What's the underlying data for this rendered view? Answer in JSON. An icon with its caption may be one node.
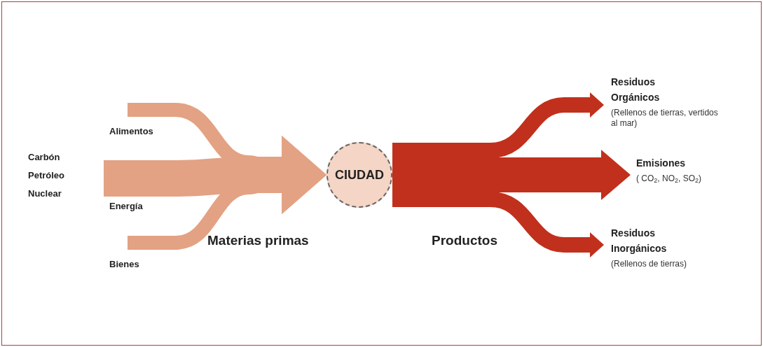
{
  "diagram": {
    "nodes": [
      {
        "text": [
          "Carbón",
          "Petróleo",
          "Nuclear"
        ]
      },
      {
        "text": [
          "CIUDAD"
        ]
      },
      {
        "text": [
          "Residuos Orgánicos",
          "(Rellenos de tierras, vertidos al mar)"
        ]
      },
      {
        "text": [
          "Emisiones",
          "( CO$_{2}$, NO$_{2}$, SO$_{2}$)"
        ]
      },
      {
        "text": [
          "Residuos Inorgánicos",
          "(Rellenos de tierras)"
        ]
      }
    ],
    "edges": [
      {
        "from": null,
        "to": 1,
        "arrow": "to",
        "label": "Alimentos",
        "color": "#e3a283"
      },
      {
        "from": 0,
        "to": 1,
        "arrow": "to",
        "label": "Energía",
        "style": "thick",
        "color": "#e3a283"
      },
      {
        "from": null,
        "to": 1,
        "arrow": "to",
        "label": "Bienes",
        "color": "#e3a283"
      },
      {
        "from": 1,
        "to": 2,
        "arrow": "to",
        "color": "#c1301c"
      },
      {
        "from": 1,
        "to": 3,
        "arrow": "to",
        "style": "thick",
        "color": "#c1301c"
      },
      {
        "from": 1,
        "to": 4,
        "arrow": "to",
        "color": "#c1301c"
      }
    ],
    "labels": [
      "Materias primas",
      "Productos"
    ]
  }
}
